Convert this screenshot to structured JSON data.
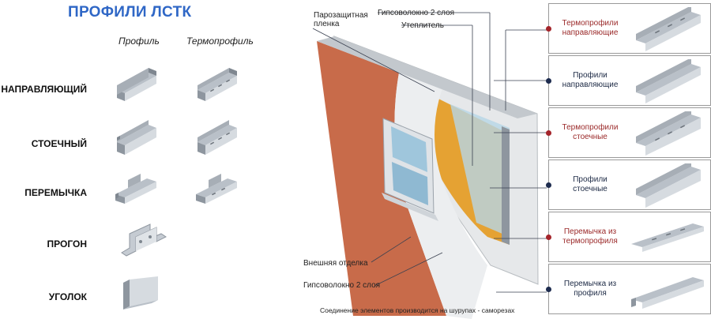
{
  "left": {
    "title": "ПРОФИЛИ ЛСТК",
    "columns": [
      "Профиль",
      "Термопрофиль"
    ],
    "rows": [
      {
        "label": "НАПРАВЛЯЮЩИЙ",
        "profile": "u-channel",
        "thermo": "u-channel-perforated"
      },
      {
        "label": "СТОЕЧНЫЙ",
        "profile": "c-channel",
        "thermo": "c-channel-perforated"
      },
      {
        "label": "ПЕРЕМЫЧКА",
        "profile": "lintel",
        "thermo": "lintel-perforated"
      },
      {
        "label": "ПРОГОН",
        "profile": "hat-purlin",
        "thermo": ""
      },
      {
        "label": "УГОЛОК",
        "profile": "angle",
        "thermo": ""
      }
    ]
  },
  "diagram": {
    "labels": {
      "vapor": "Парозащитная\nпленка",
      "gypsum_top": "Гипсоволокно 2 слоя",
      "insulation": "Утеплитель",
      "exterior": "Внешняя отделка",
      "gypsum_bottom": "Гипсоволокно 2 слоя"
    },
    "note": "Соединение элементов производится на шурупах - саморезах",
    "colors": {
      "brick": "#c86b4a",
      "insulation": "#e5a233",
      "red_dot": "#a4242a",
      "dark_dot": "#1e2c4f"
    }
  },
  "panels": [
    {
      "label": "Термопрофили\nнаправляющие",
      "color": "red",
      "icon": "u-channel-perforated"
    },
    {
      "label": "Профили\nнаправляющие",
      "color": "dark",
      "icon": "u-channel"
    },
    {
      "label": "Термопрофили\nстоечные",
      "color": "red",
      "icon": "c-channel-perforated"
    },
    {
      "label": "Профили\nстоечные",
      "color": "dark",
      "icon": "c-channel"
    },
    {
      "label": "Перемычка из\nтермопрофиля",
      "color": "red",
      "icon": "lintel-perforated"
    },
    {
      "label": "Перемычка из\nпрофиля",
      "color": "dark",
      "icon": "lintel"
    }
  ]
}
